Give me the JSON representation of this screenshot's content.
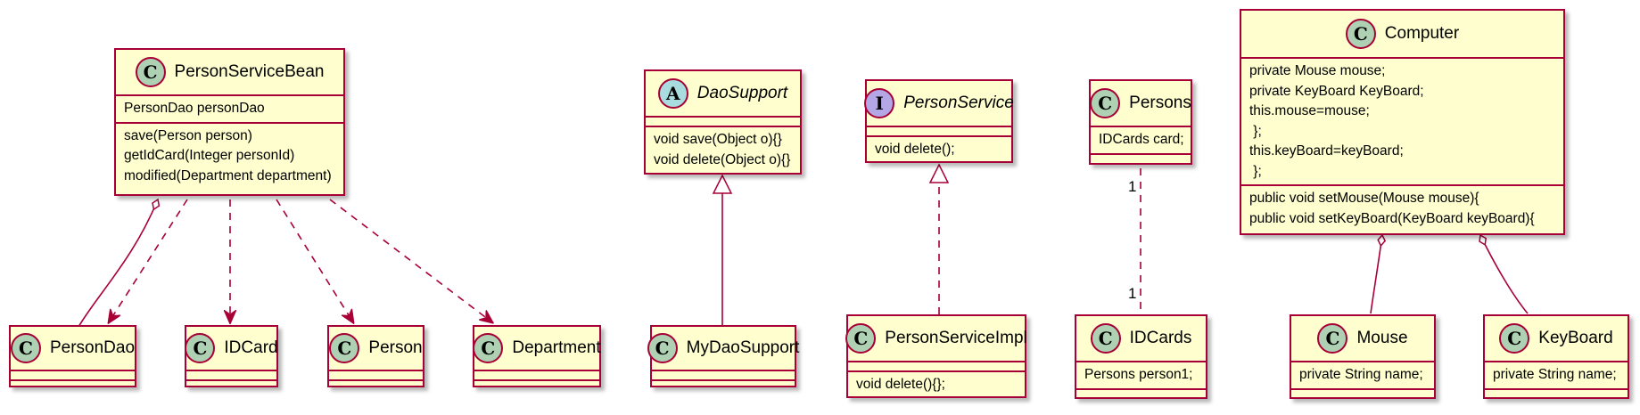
{
  "colors": {
    "border": "#a80036",
    "fill": "#fefece",
    "class_badge": "#add1b2",
    "abstract_badge": "#a9dcdf",
    "interface_badge": "#b4a7e5"
  },
  "classes": {
    "person_service_bean": {
      "badge": "C",
      "name": "PersonServiceBean",
      "fields": [
        "PersonDao personDao"
      ],
      "methods": [
        "save(Person person)",
        "getIdCard(Integer personId)",
        "modified(Department department)"
      ]
    },
    "person_dao": {
      "badge": "C",
      "name": "PersonDao"
    },
    "id_card": {
      "badge": "C",
      "name": "IDCard"
    },
    "person": {
      "badge": "C",
      "name": "Person"
    },
    "department": {
      "badge": "C",
      "name": "Department"
    },
    "dao_support": {
      "badge": "A",
      "name": "DaoSupport",
      "methods": [
        "void save(Object o){}",
        "void delete(Object o){}"
      ]
    },
    "my_dao_support": {
      "badge": "C",
      "name": "MyDaoSupport"
    },
    "person_service": {
      "badge": "I",
      "name": "PersonService",
      "methods": [
        "void delete();"
      ]
    },
    "person_service_impl": {
      "badge": "C",
      "name": "PersonServiceImpl",
      "methods": [
        "void delete(){};"
      ]
    },
    "persons": {
      "badge": "C",
      "name": "Persons",
      "fields": [
        "IDCards card;"
      ]
    },
    "id_cards": {
      "badge": "C",
      "name": "IDCards",
      "fields": [
        "Persons person1;"
      ]
    },
    "computer": {
      "badge": "C",
      "name": "Computer",
      "fields": [
        "private Mouse mouse;",
        "private KeyBoard KeyBoard;",
        "this.mouse=mouse;",
        " };",
        "this.keyBoard=keyBoard;",
        " };"
      ],
      "methods": [
        "public void setMouse(Mouse mouse){",
        "public void setKeyBoard(KeyBoard keyBoard){"
      ]
    },
    "mouse": {
      "badge": "C",
      "name": "Mouse",
      "fields": [
        "private String name;"
      ]
    },
    "keyboard": {
      "badge": "C",
      "name": "KeyBoard",
      "fields": [
        "private String name;"
      ]
    }
  },
  "multiplicity": {
    "persons_end": "1",
    "id_cards_end": "1"
  }
}
